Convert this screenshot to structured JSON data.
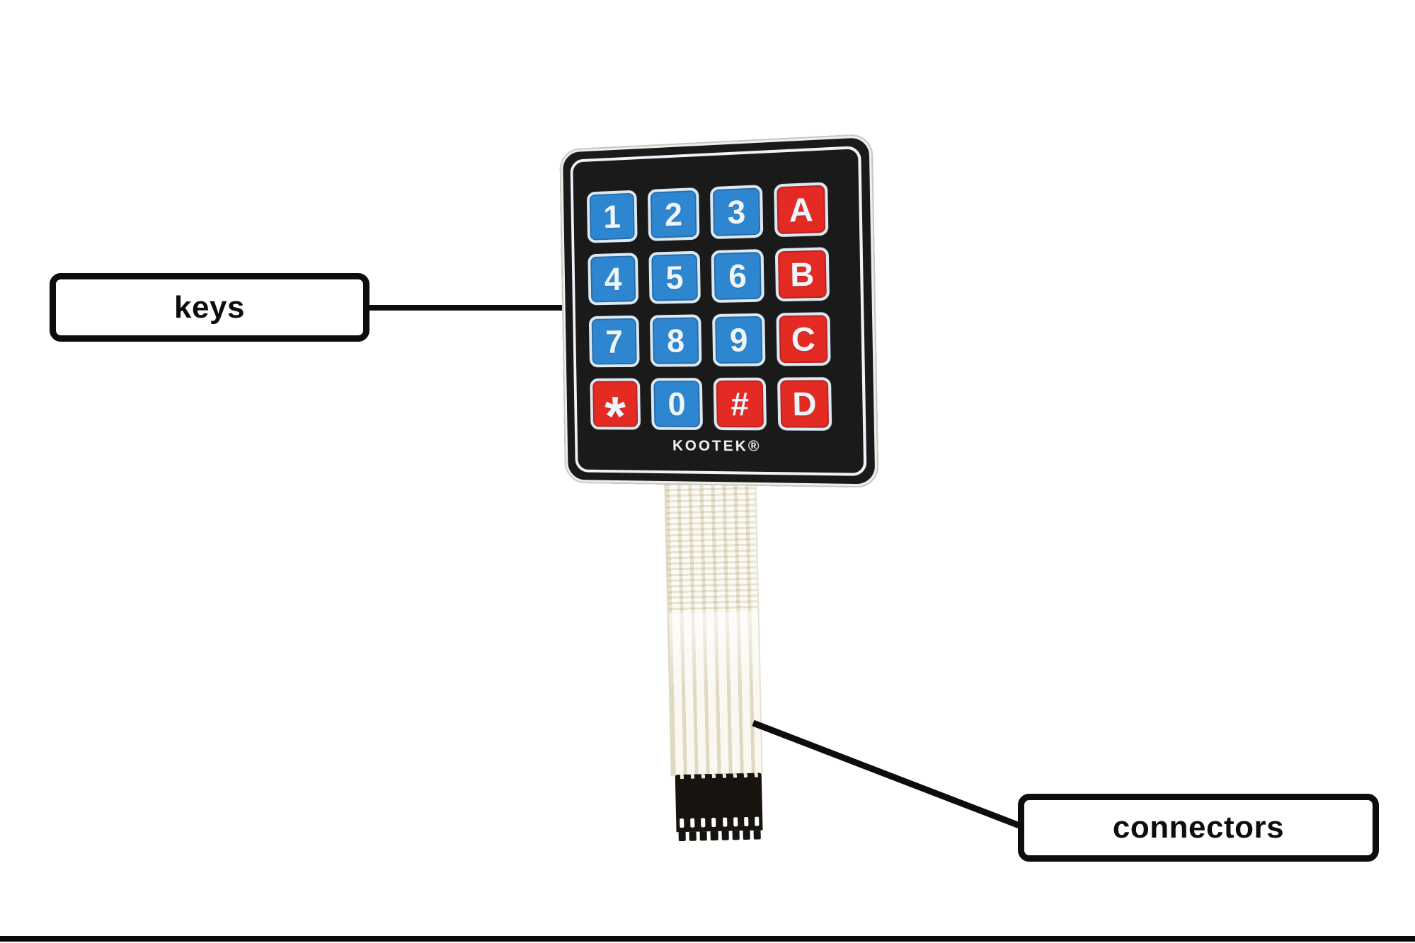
{
  "figure": {
    "background": "#ffffff",
    "type": "annotated hardware diagram"
  },
  "callouts": {
    "keys": {
      "label": "keys"
    },
    "connectors": {
      "label": "connectors"
    }
  },
  "keypad": {
    "brand": "KOOTEK®",
    "rows": 4,
    "cols": 4,
    "keys": [
      {
        "label": "1",
        "color": "blue"
      },
      {
        "label": "2",
        "color": "blue"
      },
      {
        "label": "3",
        "color": "blue"
      },
      {
        "label": "A",
        "color": "red"
      },
      {
        "label": "4",
        "color": "blue"
      },
      {
        "label": "5",
        "color": "blue"
      },
      {
        "label": "6",
        "color": "blue"
      },
      {
        "label": "B",
        "color": "red"
      },
      {
        "label": "7",
        "color": "blue"
      },
      {
        "label": "8",
        "color": "blue"
      },
      {
        "label": "9",
        "color": "blue"
      },
      {
        "label": "C",
        "color": "red"
      },
      {
        "label": "*",
        "color": "red"
      },
      {
        "label": "0",
        "color": "blue"
      },
      {
        "label": "#",
        "color": "red"
      },
      {
        "label": "D",
        "color": "red"
      }
    ],
    "colors": {
      "blue": "#2f86d0",
      "red": "#e32b24",
      "body": "#1a1a1a",
      "key_text": "#eef6fc"
    }
  },
  "cable": {
    "conductors": 8,
    "color": "#f7f5ec"
  }
}
